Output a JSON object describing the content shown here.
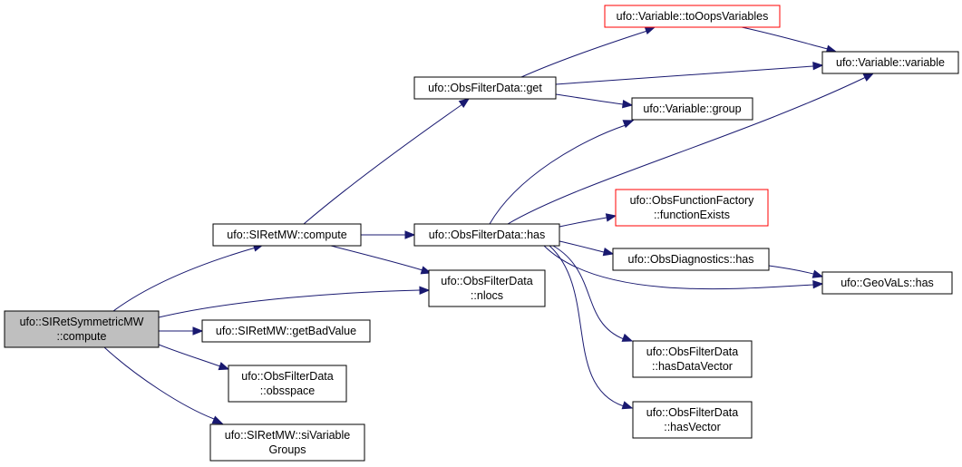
{
  "colors": {
    "edge": "#191970",
    "node_border": "#000000",
    "node_fill": "#ffffff",
    "root_fill": "#bfbfbf",
    "missing_border": "#ff0000"
  },
  "nodes": [
    {
      "id": "n_root",
      "lines": [
        "ufo::SIRetSymmetricMW",
        "::compute"
      ],
      "style": "root"
    },
    {
      "id": "n_compute",
      "lines": [
        "ufo::SIRetMW::compute"
      ],
      "style": "normal"
    },
    {
      "id": "n_getbad",
      "lines": [
        "ufo::SIRetMW::getBadValue"
      ],
      "style": "normal"
    },
    {
      "id": "n_obsspace",
      "lines": [
        "ufo::ObsFilterData",
        "::obsspace"
      ],
      "style": "normal"
    },
    {
      "id": "n_sivar",
      "lines": [
        "ufo::SIRetMW::siVariable",
        "Groups"
      ],
      "style": "normal"
    },
    {
      "id": "n_get",
      "lines": [
        "ufo::ObsFilterData::get"
      ],
      "style": "normal"
    },
    {
      "id": "n_has",
      "lines": [
        "ufo::ObsFilterData::has"
      ],
      "style": "normal"
    },
    {
      "id": "n_nlocs",
      "lines": [
        "ufo::ObsFilterData",
        "::nlocs"
      ],
      "style": "normal"
    },
    {
      "id": "n_tooops",
      "lines": [
        "ufo::Variable::toOopsVariables"
      ],
      "style": "missing"
    },
    {
      "id": "n_group",
      "lines": [
        "ufo::Variable::group"
      ],
      "style": "normal"
    },
    {
      "id": "n_variable",
      "lines": [
        "ufo::Variable::variable"
      ],
      "style": "normal"
    },
    {
      "id": "n_funcexists",
      "lines": [
        "ufo::ObsFunctionFactory",
        "::functionExists"
      ],
      "style": "missing"
    },
    {
      "id": "n_diaghas",
      "lines": [
        "ufo::ObsDiagnostics::has"
      ],
      "style": "normal"
    },
    {
      "id": "n_geovals",
      "lines": [
        "ufo::GeoVaLs::has"
      ],
      "style": "normal"
    },
    {
      "id": "n_hasdv",
      "lines": [
        "ufo::ObsFilterData",
        "::hasDataVector"
      ],
      "style": "normal"
    },
    {
      "id": "n_hasvec",
      "lines": [
        "ufo::ObsFilterData",
        "::hasVector"
      ],
      "style": "normal"
    }
  ],
  "edges": [
    {
      "from": "n_root",
      "to": "n_compute"
    },
    {
      "from": "n_root",
      "to": "n_nlocs"
    },
    {
      "from": "n_root",
      "to": "n_getbad"
    },
    {
      "from": "n_root",
      "to": "n_obsspace"
    },
    {
      "from": "n_root",
      "to": "n_sivar"
    },
    {
      "from": "n_compute",
      "to": "n_get"
    },
    {
      "from": "n_compute",
      "to": "n_has"
    },
    {
      "from": "n_compute",
      "to": "n_nlocs"
    },
    {
      "from": "n_get",
      "to": "n_tooops"
    },
    {
      "from": "n_get",
      "to": "n_variable"
    },
    {
      "from": "n_get",
      "to": "n_group"
    },
    {
      "from": "n_tooops",
      "to": "n_variable"
    },
    {
      "from": "n_has",
      "to": "n_group"
    },
    {
      "from": "n_has",
      "to": "n_variable"
    },
    {
      "from": "n_has",
      "to": "n_funcexists"
    },
    {
      "from": "n_has",
      "to": "n_diaghas"
    },
    {
      "from": "n_has",
      "to": "n_geovals"
    },
    {
      "from": "n_has",
      "to": "n_hasdv"
    },
    {
      "from": "n_has",
      "to": "n_hasvec"
    },
    {
      "from": "n_diaghas",
      "to": "n_geovals"
    }
  ]
}
